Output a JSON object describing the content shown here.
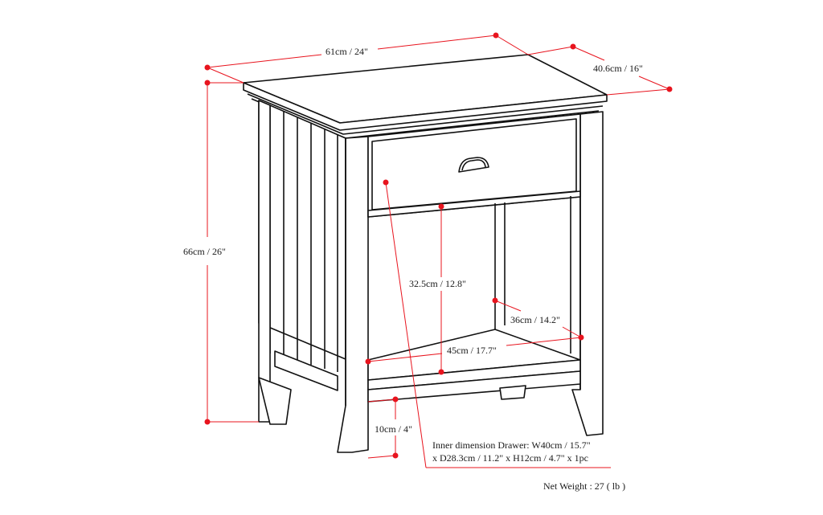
{
  "diagram": {
    "subject": "Nightstand / end table with one drawer and lower open shelf",
    "colors": {
      "outline": "#111111",
      "dimension": "#e8141e",
      "background": "#ffffff"
    },
    "dimensions": {
      "width": "61cm / 24\"",
      "depth": "40.6cm / 16\"",
      "height": "66cm / 26\"",
      "shelf_opening_height": "32.5cm / 12.8\"",
      "shelf_depth": "36cm / 14.2\"",
      "shelf_width": "45cm / 17.7\"",
      "leg_clearance": "10cm / 4\""
    },
    "drawer_note": {
      "line1": "Inner dimension Drawer: W40cm / 15.7\"",
      "line2": "x D28.3cm / 11.2\" x H12cm / 4.7\" x 1pc"
    },
    "net_weight": "Net Weight : 27 ( lb )"
  }
}
